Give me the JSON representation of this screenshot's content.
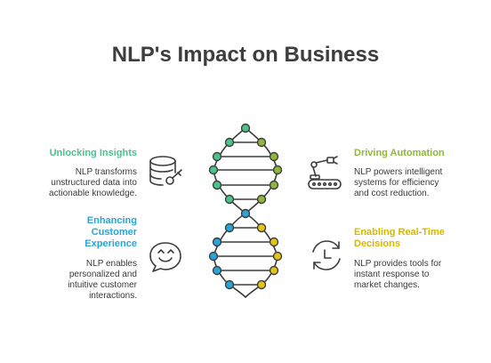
{
  "title": "NLP's Impact on Business",
  "colors": {
    "green": "#4cc38a",
    "olive": "#8db83a",
    "blue": "#2aa4d8",
    "yellow": "#d6b800",
    "stroke": "#3d3d3d"
  },
  "sections": {
    "unlocking": {
      "heading": [
        "Unlocking Insights"
      ],
      "description": [
        "NLP transforms",
        "unstructured data into",
        "actionable knowledge."
      ],
      "icon": "database-key-icon"
    },
    "automation": {
      "heading": [
        "Driving Automation"
      ],
      "description": [
        "NLP powers intelligent",
        "systems for efficiency",
        "and cost reduction."
      ],
      "icon": "robot-arm-conveyor-icon"
    },
    "experience": {
      "heading": [
        "Enhancing",
        "Customer",
        "Experience"
      ],
      "description": [
        "NLP enables",
        "personalized and",
        "intuitive customer",
        "interactions."
      ],
      "icon": "smiling-chat-bubble-icon"
    },
    "realtime": {
      "heading": [
        "Enabling Real-Time",
        "Decisions"
      ],
      "description": [
        "NLP provides tools for",
        "instant response to",
        "market changes."
      ],
      "icon": "clock-refresh-icon"
    }
  }
}
